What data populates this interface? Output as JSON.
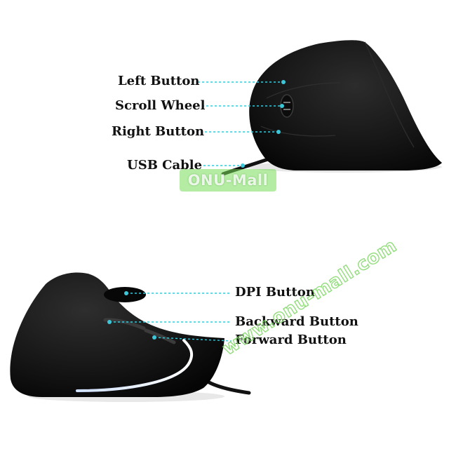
{
  "top_mouse": {
    "labels": {
      "left_button": "Left Button",
      "scroll_wheel": "Scroll Wheel",
      "right_button": "Right Button",
      "usb_cable": "USB Cable"
    }
  },
  "bottom_mouse": {
    "labels": {
      "dpi_button": "DPI Button",
      "backward_button": "Backward Button",
      "forward_button": "Forward Button"
    }
  },
  "watermarks": {
    "badge_text": "ONU-Mall",
    "diagonal_text": "www.onu-mall.com"
  },
  "colors": {
    "callout_line": "#3cc7d9",
    "mouse_body": "#141414",
    "watermark_green": "#6fd64f",
    "led_strip": "#e8f0ff"
  }
}
